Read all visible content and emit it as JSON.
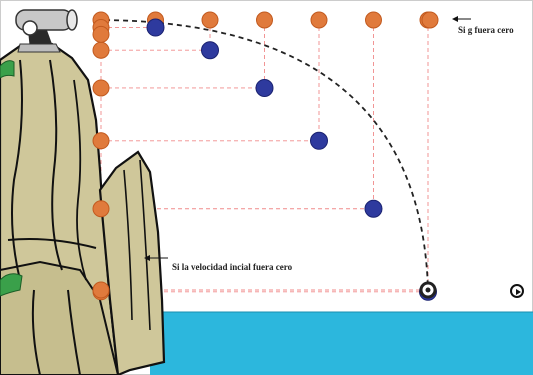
{
  "labels": {
    "g_zero": "Si g fuera cero",
    "v_zero": "Si la velocidad incial fuera cero"
  },
  "motion": {
    "time_steps": [
      0,
      1,
      2,
      3,
      4,
      5,
      6
    ],
    "uniform_x_positions": [
      0,
      1,
      2,
      3,
      4,
      5,
      6
    ],
    "free_fall_drop": [
      0,
      1,
      4,
      9,
      16,
      25,
      36
    ],
    "trajectory_style": "dashed parabola"
  },
  "colors": {
    "projectile": "#2e3a9e",
    "uniform_motion_marker": "#e07a3c",
    "guide_line": "#f08a8a",
    "trajectory": "#222222",
    "water": "#2cb7dd",
    "cliff": "#cfc79a",
    "cliff_dark": "#b3aa7a",
    "grass": "#3aa04a",
    "cannon": "#b8b8b8"
  },
  "icons": [
    "cannon-icon",
    "arrow-left-icon",
    "play-icon",
    "target-ring-icon"
  ]
}
